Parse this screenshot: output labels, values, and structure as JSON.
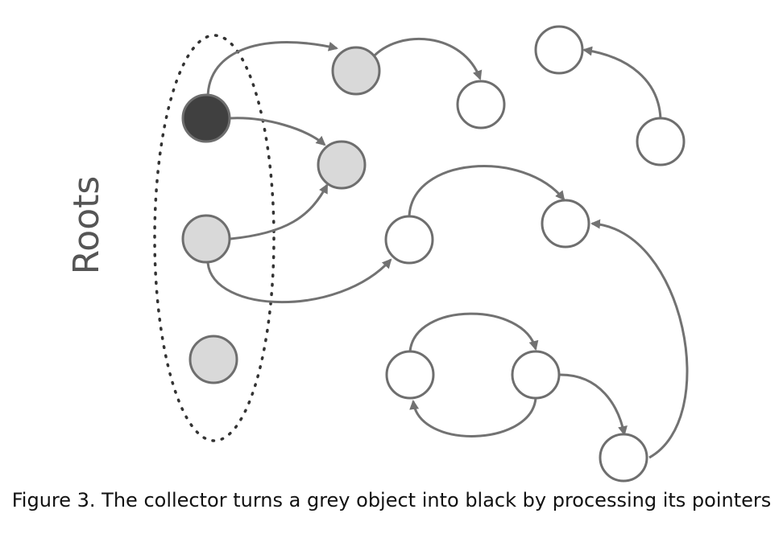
{
  "diagram": {
    "roots_label": "Roots",
    "caption": "Figure 3. The collector turns a grey object into black by processing its pointers",
    "colors": {
      "black_object": "#404040",
      "grey_object": "#d9d9d9",
      "white_object": "#ffffff",
      "outline": "#6e6e6e",
      "edge": "#727272",
      "roots_boundary": "#333333"
    },
    "legend_states": [
      "black",
      "grey",
      "white"
    ]
  }
}
